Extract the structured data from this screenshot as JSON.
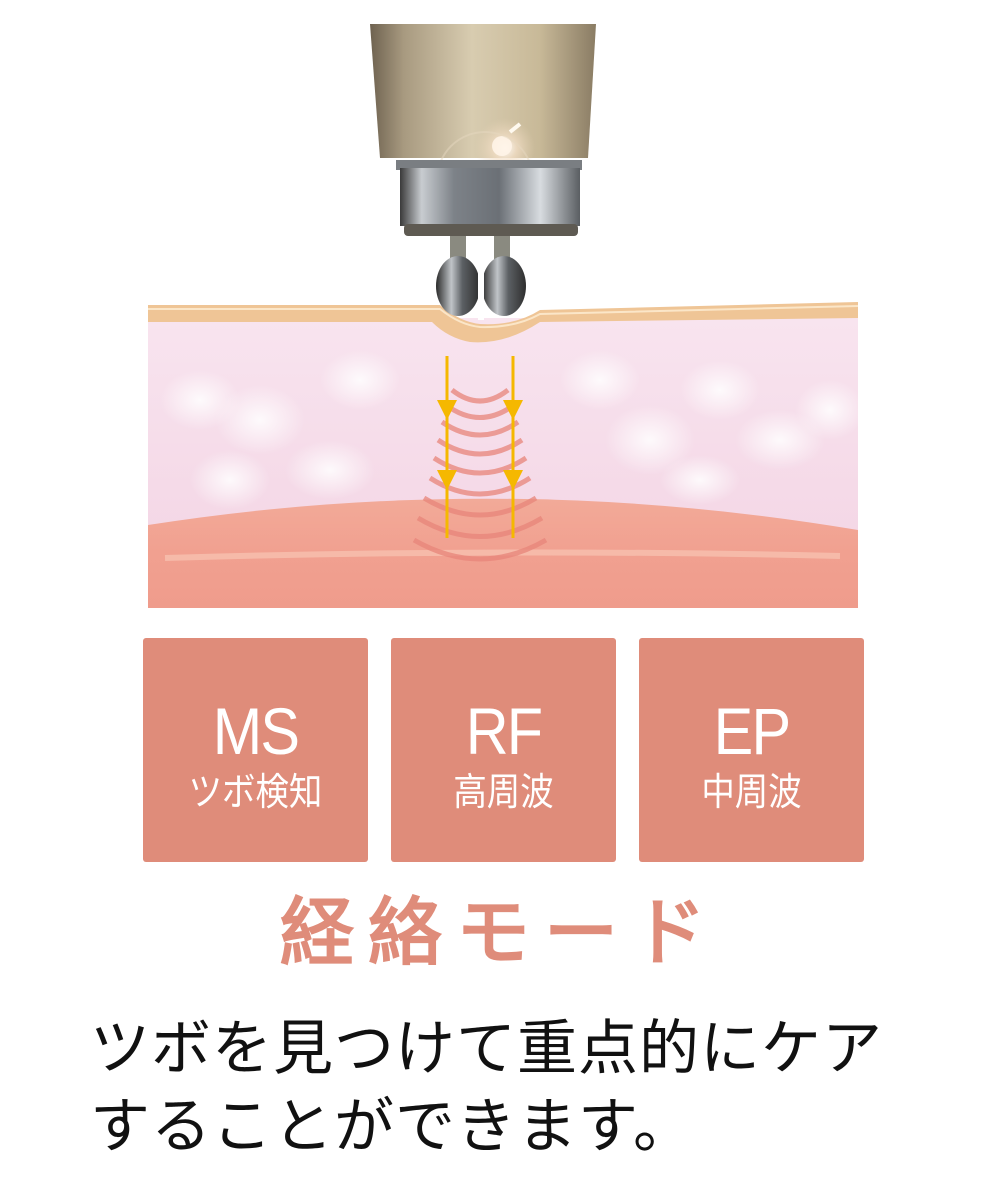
{
  "illustration": {
    "description": "Beauty device with twin roller head pressing into skin layers, yellow arrows and red wave arcs penetrating tissue",
    "colors": {
      "device_gold": "#b8a88a",
      "device_chrome": "#9aa0a6",
      "skin_surface": "#f0c99a",
      "dermis_pink": "#f5dcec",
      "tissue_coral": "#f0a090",
      "arrow_yellow": "#f5b800",
      "wave_red": "#e88478"
    }
  },
  "modes": [
    {
      "code": "MS",
      "desc": "ツボ検知"
    },
    {
      "code": "RF",
      "desc": "高周波"
    },
    {
      "code": "EP",
      "desc": "中周波"
    }
  ],
  "mode_title": "経絡モード",
  "caption": {
    "line1": "ツボを見つけて重点的にケア",
    "line2": "することができます。"
  },
  "colors": {
    "accent": "#df8c7a",
    "text": "#111111",
    "background": "#ffffff"
  }
}
